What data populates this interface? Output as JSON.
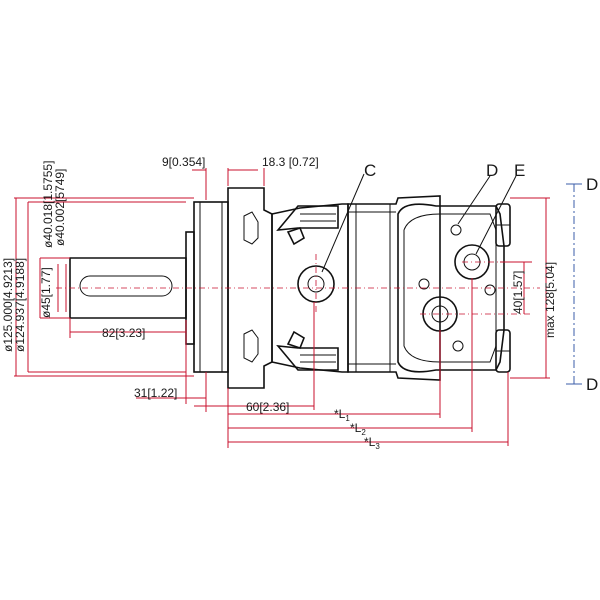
{
  "colors": {
    "dimension_lines": "#c8102e",
    "outline": "#111111",
    "centerline_blue": "#3b5ea8"
  },
  "dimensions": {
    "top_left": "9[0.354]",
    "top_right": "18.3 [0.72]",
    "dia_125": "ø125.000[4.9213]",
    "dia_124": "ø124.937[4.9188]",
    "dia_40a": "ø40.018[1.5755]",
    "dia_40b": "ø40.002[5749]",
    "dia_45": "ø45[1.77]",
    "len_82": "82[3.23]",
    "len_31": "31[1.22]",
    "len_60": "60[2.36]",
    "port_40": "40[1.57]",
    "max_128": "max 128[5.04]"
  },
  "lengths": {
    "l1": {
      "prefix": "*L",
      "sub": "1"
    },
    "l2": {
      "prefix": "*L",
      "sub": "2"
    },
    "l3": {
      "prefix": "*L",
      "sub": "3"
    }
  },
  "callouts": {
    "c": "C",
    "d_top": "D",
    "e": "E",
    "d_right_top": "D",
    "d_right_bottom": "D"
  }
}
